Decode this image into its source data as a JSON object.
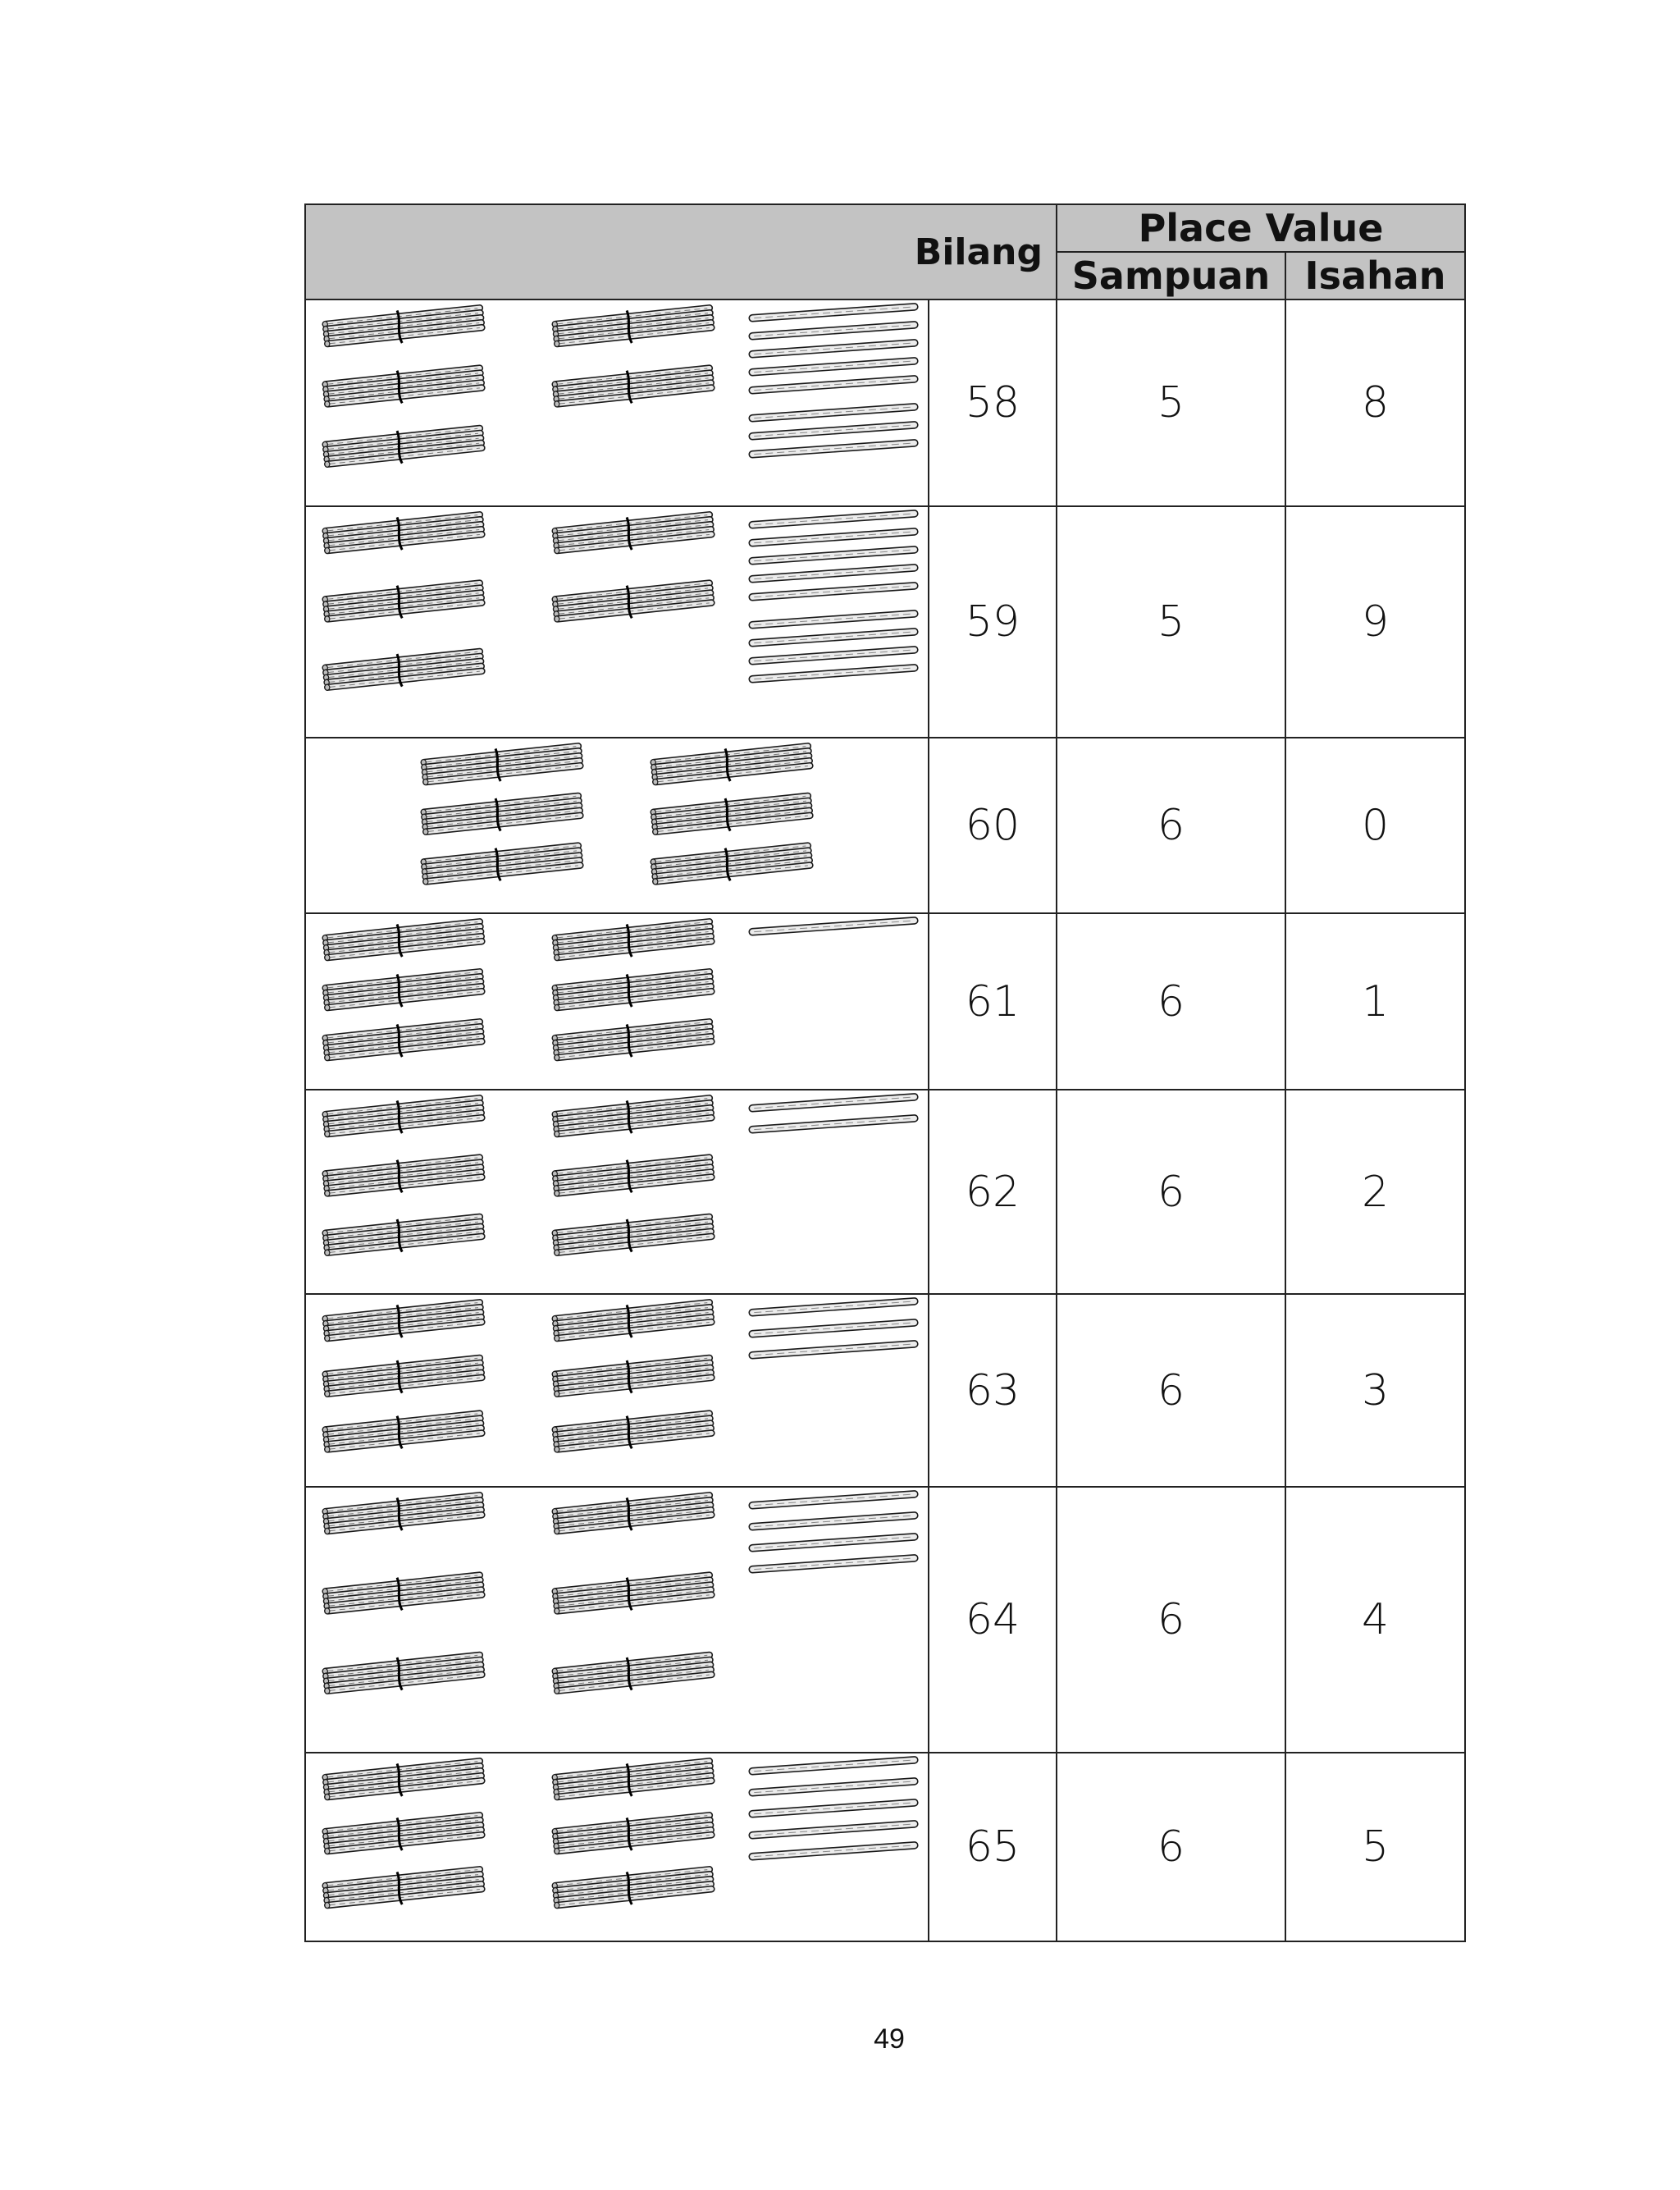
{
  "table": {
    "header": {
      "bilang": "Bilang",
      "place_value": "Place Value",
      "sampuan": "Sampuan",
      "isahan": "Isahan"
    },
    "rows": [
      {
        "bilang": "58",
        "sampuan": "5",
        "isahan": "8",
        "bundles": 5,
        "sticks": 8
      },
      {
        "bilang": "59",
        "sampuan": "5",
        "isahan": "9",
        "bundles": 5,
        "sticks": 9
      },
      {
        "bilang": "60",
        "sampuan": "6",
        "isahan": "0",
        "bundles": 6,
        "sticks": 0
      },
      {
        "bilang": "61",
        "sampuan": "6",
        "isahan": "1",
        "bundles": 6,
        "sticks": 1
      },
      {
        "bilang": "62",
        "sampuan": "6",
        "isahan": "2",
        "bundles": 6,
        "sticks": 2
      },
      {
        "bilang": "63",
        "sampuan": "6",
        "isahan": "3",
        "bundles": 6,
        "sticks": 3
      },
      {
        "bilang": "64",
        "sampuan": "6",
        "isahan": "4",
        "bundles": 6,
        "sticks": 4
      },
      {
        "bilang": "65",
        "sampuan": "6",
        "isahan": "5",
        "bundles": 6,
        "sticks": 5
      }
    ]
  },
  "page": {
    "number": "49"
  },
  "icons": {
    "bundle": "bundle-of-ten-sticks-icon",
    "stick": "single-stick-icon"
  }
}
